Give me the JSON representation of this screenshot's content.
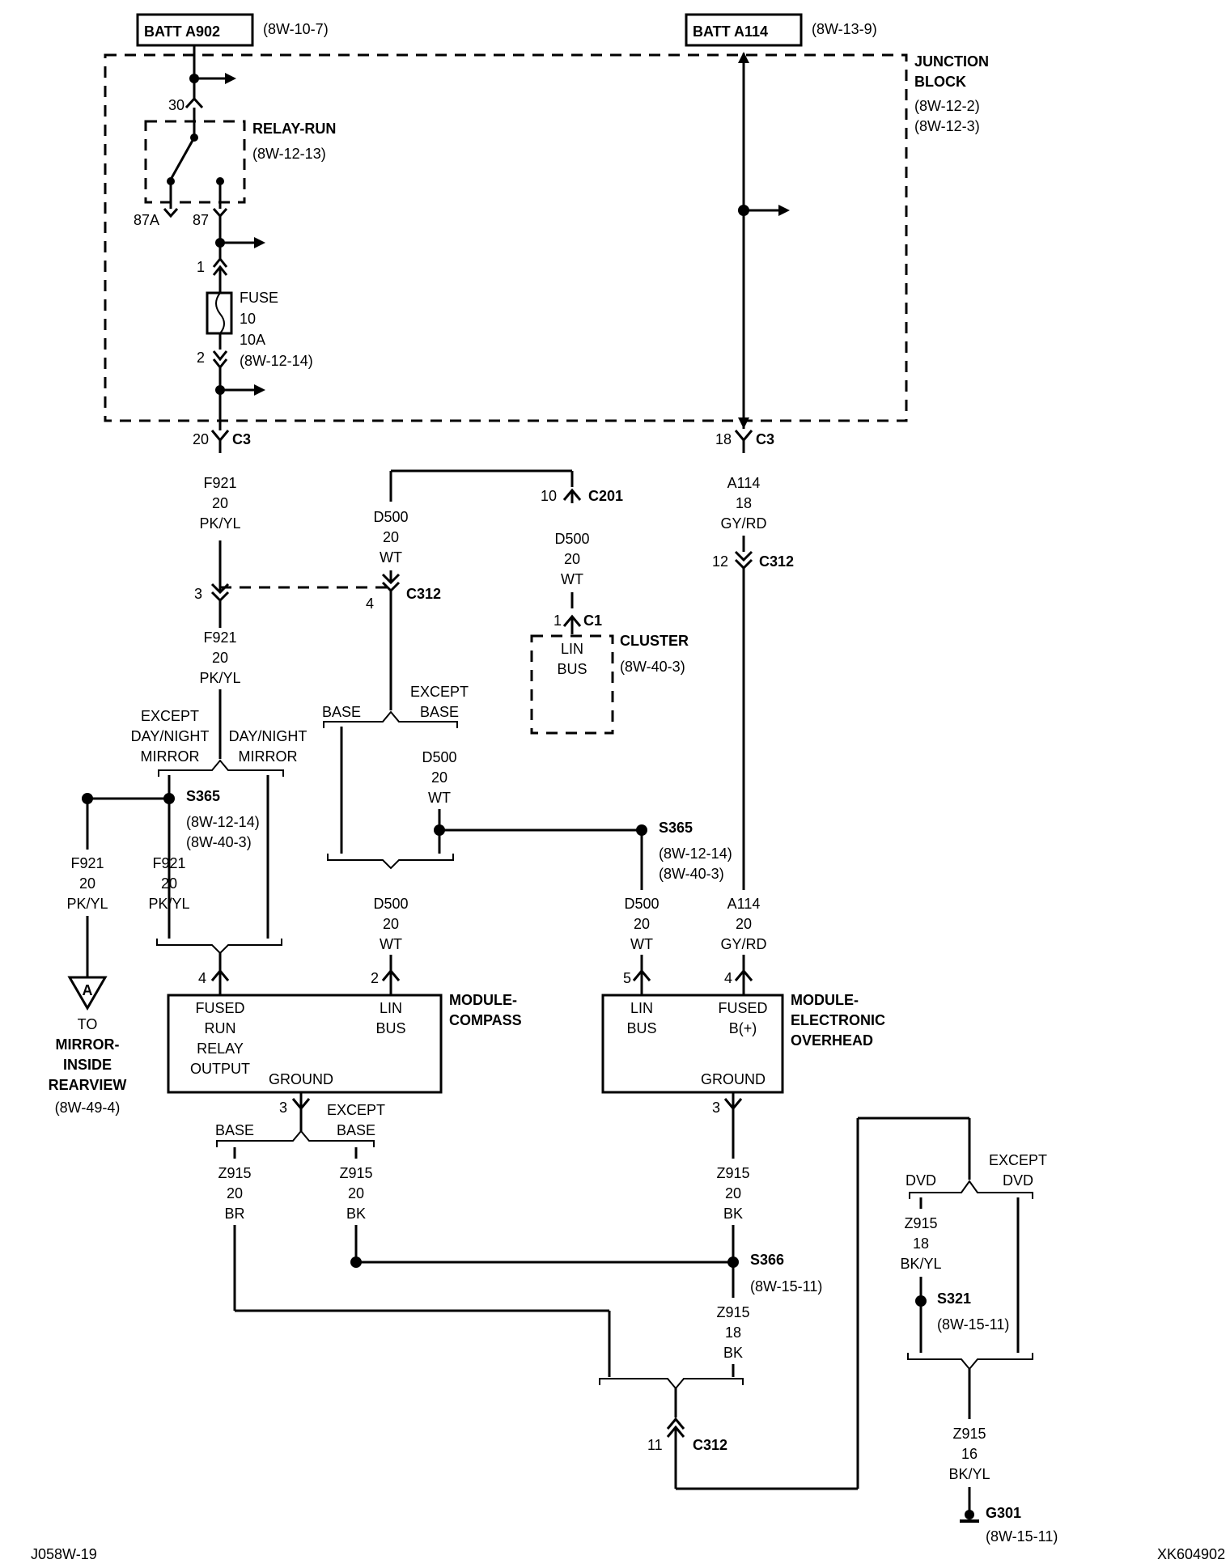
{
  "batt_a902": {
    "name": "BATT A902",
    "ref": "(8W-10-7)"
  },
  "batt_a114": {
    "name": "BATT A114",
    "ref": "(8W-13-9)"
  },
  "junction_block": {
    "line1": "JUNCTION",
    "line2": "BLOCK",
    "ref1": "(8W-12-2)",
    "ref2": "(8W-12-3)"
  },
  "relay": {
    "name": "RELAY-RUN",
    "ref": "(8W-12-13)",
    "pin30": "30",
    "pin87a": "87A",
    "pin87": "87"
  },
  "fuse": {
    "name": "FUSE",
    "number": "10",
    "rating": "10A",
    "ref": "(8W-12-14)",
    "pin1": "1",
    "pin2": "2"
  },
  "c3": {
    "name": "C3",
    "pin_left": "20",
    "pin_right": "18"
  },
  "c201": {
    "name": "C201",
    "pin": "10"
  },
  "c312": {
    "name": "C312",
    "pin3": "3",
    "pin4": "4",
    "pin12": "12",
    "pin11": "11"
  },
  "c1": {
    "name": "C1",
    "pin": "1"
  },
  "wires": {
    "f921": {
      "code": "F921",
      "gauge": "20",
      "color": "PK/YL"
    },
    "d500": {
      "code": "D500",
      "gauge": "20",
      "color": "WT"
    },
    "a114_18": {
      "code": "A114",
      "gauge": "18",
      "color": "GY/RD"
    },
    "a114_20": {
      "code": "A114",
      "gauge": "20",
      "color": "GY/RD"
    },
    "z915_br": {
      "code": "Z915",
      "gauge": "20",
      "color": "BR"
    },
    "z915_bk20": {
      "code": "Z915",
      "gauge": "20",
      "color": "BK"
    },
    "z915_bk18": {
      "code": "Z915",
      "gauge": "18",
      "color": "BK"
    },
    "z915_bkyl18": {
      "code": "Z915",
      "gauge": "18",
      "color": "BK/YL"
    },
    "z915_bkyl16": {
      "code": "Z915",
      "gauge": "16",
      "color": "BK/YL"
    }
  },
  "cluster": {
    "name": "CLUSTER",
    "ref": "(8W-40-3)",
    "lin1": "LIN",
    "lin2": "BUS"
  },
  "options": {
    "except": "EXCEPT",
    "daynight": "DAY/NIGHT",
    "mirror": "MIRROR",
    "base": "BASE",
    "dvd": "DVD"
  },
  "splices": {
    "s365_left": {
      "name": "S365",
      "ref1": "(8W-12-14)",
      "ref2": "(8W-40-3)"
    },
    "s365_right": {
      "name": "S365",
      "ref1": "(8W-12-14)",
      "ref2": "(8W-40-3)"
    },
    "s366": {
      "name": "S366",
      "ref": "(8W-15-11)"
    },
    "s321": {
      "name": "S321",
      "ref": "(8W-15-11)"
    }
  },
  "mirror_ref": {
    "letter": "A",
    "l1": "TO",
    "l2": "MIRROR-",
    "l3": "INSIDE",
    "l4": "REARVIEW",
    "ref": "(8W-49-4)"
  },
  "module_compass": {
    "name1": "MODULE-",
    "name2": "COMPASS",
    "fused": "FUSED",
    "run": "RUN",
    "relay": "RELAY",
    "output": "OUTPUT",
    "lin": "LIN",
    "bus": "BUS",
    "ground": "GROUND",
    "pin_fused": "4",
    "pin_lin": "2",
    "pin_gnd": "3"
  },
  "module_overhead": {
    "name1": "MODULE-",
    "name2": "ELECTRONIC",
    "name3": "OVERHEAD",
    "lin": "LIN",
    "bus": "BUS",
    "fused": "FUSED",
    "bplus": "B(+)",
    "ground": "GROUND",
    "pin_lin": "5",
    "pin_fused": "4",
    "pin_gnd": "3"
  },
  "ground": {
    "name": "G301",
    "ref": "(8W-15-11)"
  },
  "footer": {
    "left": "J058W-19",
    "right": "XK604902"
  }
}
